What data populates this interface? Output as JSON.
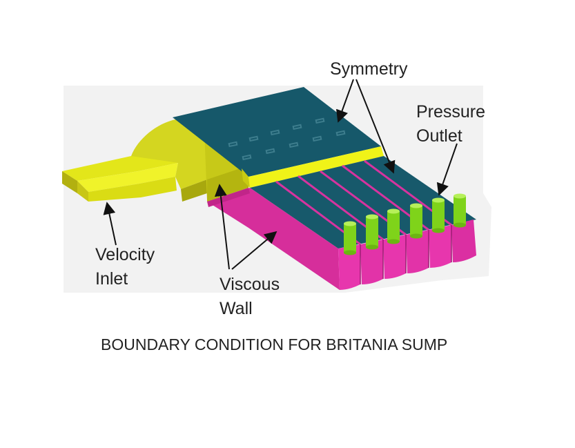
{
  "labels": {
    "symmetry": "Symmetry",
    "pressure_outlet_line1": "Pressure",
    "pressure_outlet_line2": "Outlet",
    "velocity_inlet_line1": "Velocity",
    "velocity_inlet_line2": "Inlet",
    "viscous_wall_line1": "Viscous",
    "viscous_wall_line2": "Wall"
  },
  "caption": "BOUNDARY CONDITION FOR  BRITANIA SUMP",
  "colors": {
    "symmetry_surface": "#16586a",
    "inlet_channel": "#f2f522",
    "viscous_wall": "#e830b0",
    "outlet_pipes": "#86dc1e",
    "background_panel": "#f2f2f2",
    "arrow": "#111111"
  }
}
